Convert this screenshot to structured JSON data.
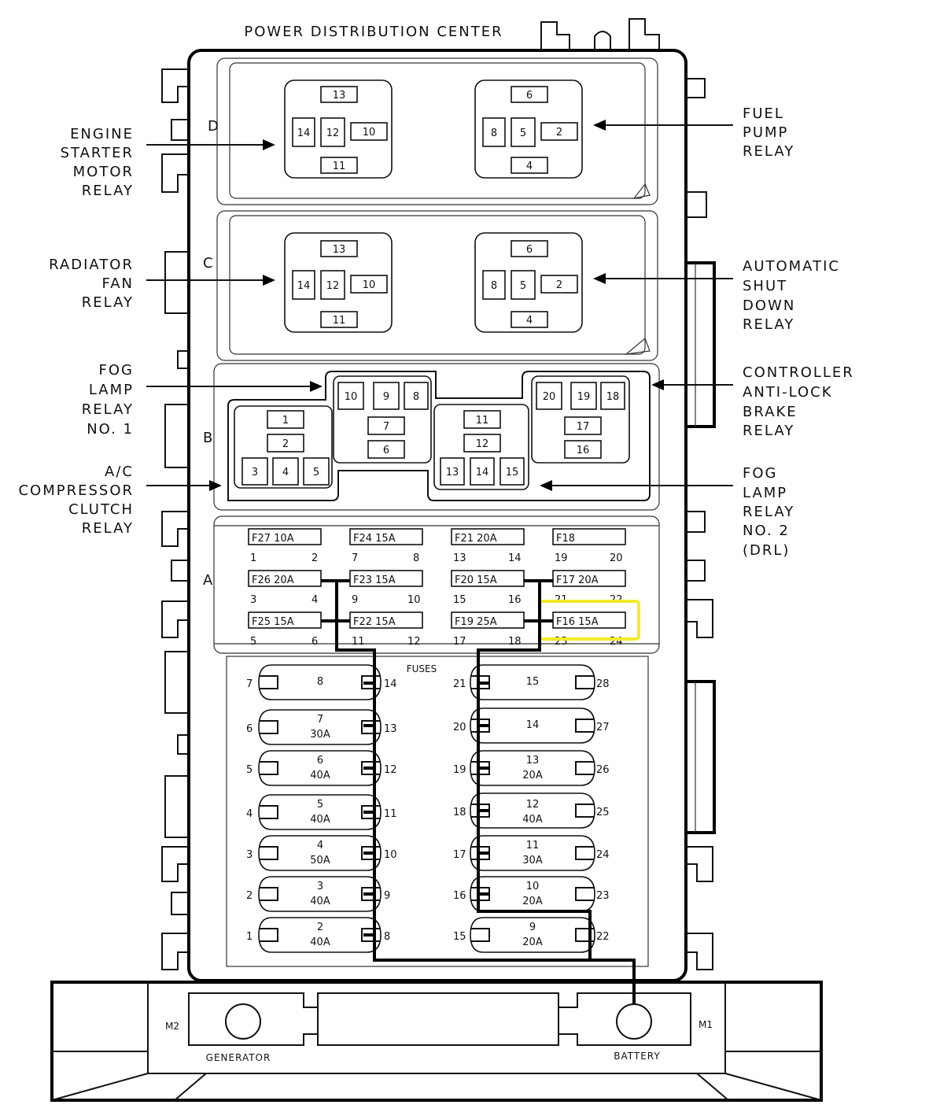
{
  "title": "POWER DISTRIBUTION CENTER",
  "rows": [
    "D",
    "C",
    "B",
    "A"
  ],
  "callouts": {
    "engine_starter": [
      "ENGINE",
      "STARTER",
      "MOTOR",
      "RELAY"
    ],
    "fuel_pump": [
      "FUEL",
      "PUMP",
      "RELAY"
    ],
    "radiator_fan": [
      "RADIATOR",
      "FAN",
      "RELAY"
    ],
    "auto_shutdown": [
      "AUTOMATIC",
      "SHUT",
      "DOWN",
      "RELAY"
    ],
    "fog_lamp_1": [
      "FOG",
      "LAMP",
      "RELAY",
      "NO. 1"
    ],
    "controller_abs": [
      "CONTROLLER",
      "ANTI-LOCK",
      "BRAKE",
      "RELAY"
    ],
    "ac_compressor": [
      "A/C",
      "COMPRESSOR",
      "CLUTCH",
      "RELAY"
    ],
    "fog_lamp_2": [
      "FOG",
      "LAMP",
      "RELAY",
      "NO. 2",
      "(DRL)"
    ]
  },
  "relay_pins": {
    "left": [
      "13",
      "14",
      "12",
      "10",
      "11"
    ],
    "right": [
      "6",
      "8",
      "5",
      "2",
      "4"
    ]
  },
  "b_pins": {
    "g1": [
      "1",
      "2",
      "3",
      "4",
      "5"
    ],
    "g2": [
      "10",
      "9",
      "8",
      "7",
      "6"
    ],
    "g3": [
      "11",
      "12",
      "13",
      "14",
      "15"
    ],
    "g4": [
      "20",
      "19",
      "18",
      "17",
      "16"
    ]
  },
  "mini_fuses": [
    {
      "label": "F27 10A",
      "a": "1",
      "b": "2"
    },
    {
      "label": "F24 15A",
      "a": "7",
      "b": "8"
    },
    {
      "label": "F21 20A",
      "a": "13",
      "b": "14"
    },
    {
      "label": "F18",
      "a": "19",
      "b": "20"
    },
    {
      "label": "F26 20A",
      "a": "3",
      "b": "4"
    },
    {
      "label": "F23 15A",
      "a": "9",
      "b": "10"
    },
    {
      "label": "F20 15A",
      "a": "15",
      "b": "16"
    },
    {
      "label": "F17 20A",
      "a": "21",
      "b": "22"
    },
    {
      "label": "F25 15A",
      "a": "5",
      "b": "6"
    },
    {
      "label": "F22 15A",
      "a": "11",
      "b": "12"
    },
    {
      "label": "F19 25A",
      "a": "17",
      "b": "18"
    },
    {
      "label": "F16 15A",
      "a": "23",
      "b": "24"
    }
  ],
  "fuses_label": "FUSES",
  "maxi_left": [
    {
      "num": "8",
      "amp": "",
      "l": "7",
      "r": "14"
    },
    {
      "num": "7",
      "amp": "30A",
      "l": "6",
      "r": "13"
    },
    {
      "num": "6",
      "amp": "40A",
      "l": "5",
      "r": "12"
    },
    {
      "num": "5",
      "amp": "40A",
      "l": "4",
      "r": "11"
    },
    {
      "num": "4",
      "amp": "50A",
      "l": "3",
      "r": "10"
    },
    {
      "num": "3",
      "amp": "40A",
      "l": "2",
      "r": "9"
    },
    {
      "num": "2",
      "amp": "40A",
      "l": "1",
      "r": "8"
    }
  ],
  "maxi_right": [
    {
      "num": "15",
      "amp": "",
      "l": "21",
      "r": "28"
    },
    {
      "num": "14",
      "amp": "",
      "l": "20",
      "r": "27"
    },
    {
      "num": "13",
      "amp": "20A",
      "l": "19",
      "r": "26"
    },
    {
      "num": "12",
      "amp": "40A",
      "l": "18",
      "r": "25"
    },
    {
      "num": "11",
      "amp": "30A",
      "l": "17",
      "r": "24"
    },
    {
      "num": "10",
      "amp": "20A",
      "l": "16",
      "r": "23"
    },
    {
      "num": "9",
      "amp": "20A",
      "l": "15",
      "r": "22"
    }
  ],
  "bottom": {
    "m2": "M2",
    "m1": "M1",
    "generator": "GENERATOR",
    "battery": "BATTERY"
  },
  "colors": {
    "highlight": "#f3ea2a"
  }
}
